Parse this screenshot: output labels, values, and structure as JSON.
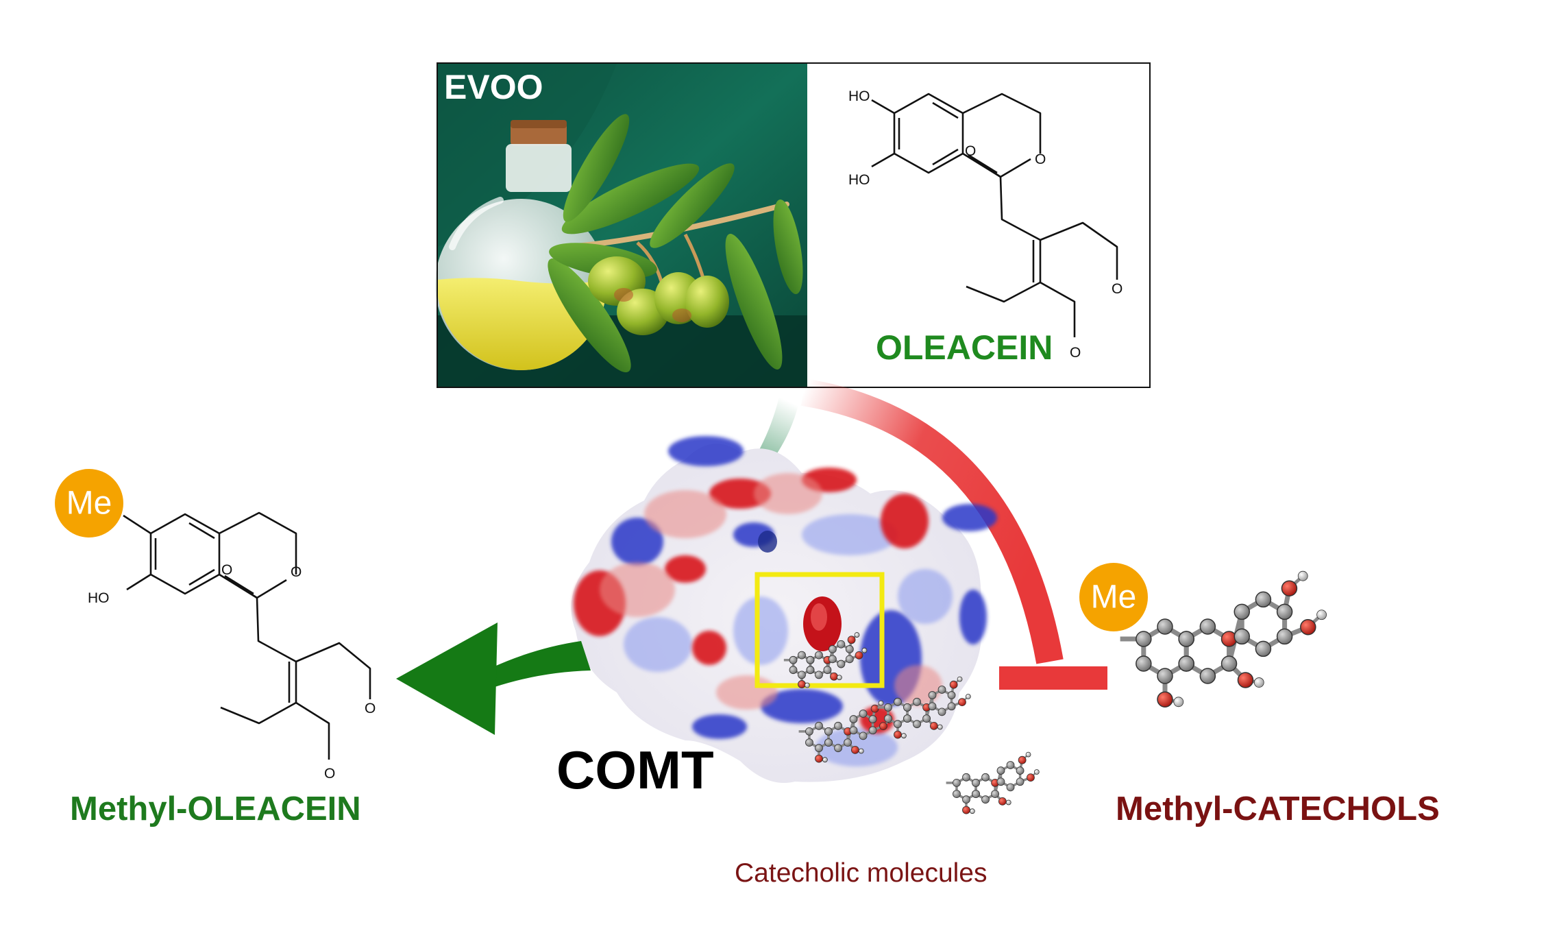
{
  "panel": {
    "evoo_label": "EVOO",
    "compound_label": "OLEACEIN"
  },
  "left": {
    "badge": "Me",
    "product_label": "Methyl-OLEACEIN"
  },
  "center": {
    "enzyme_label": "COMT",
    "substrates_label": "Catecholic molecules"
  },
  "right": {
    "badge": "Me",
    "product_label": "Methyl-CATECHOLS"
  },
  "atoms": {
    "hydroxyl": "HO",
    "oxygen": "O"
  },
  "colors": {
    "activation_arrow": "#157a15",
    "inhibition_arc": "#e8393a",
    "methyl_badge": "#f5a300",
    "panel_green": "#0f5e4a",
    "oleacein_text": "#1f8a1f",
    "catechols_text": "#7a1212"
  }
}
